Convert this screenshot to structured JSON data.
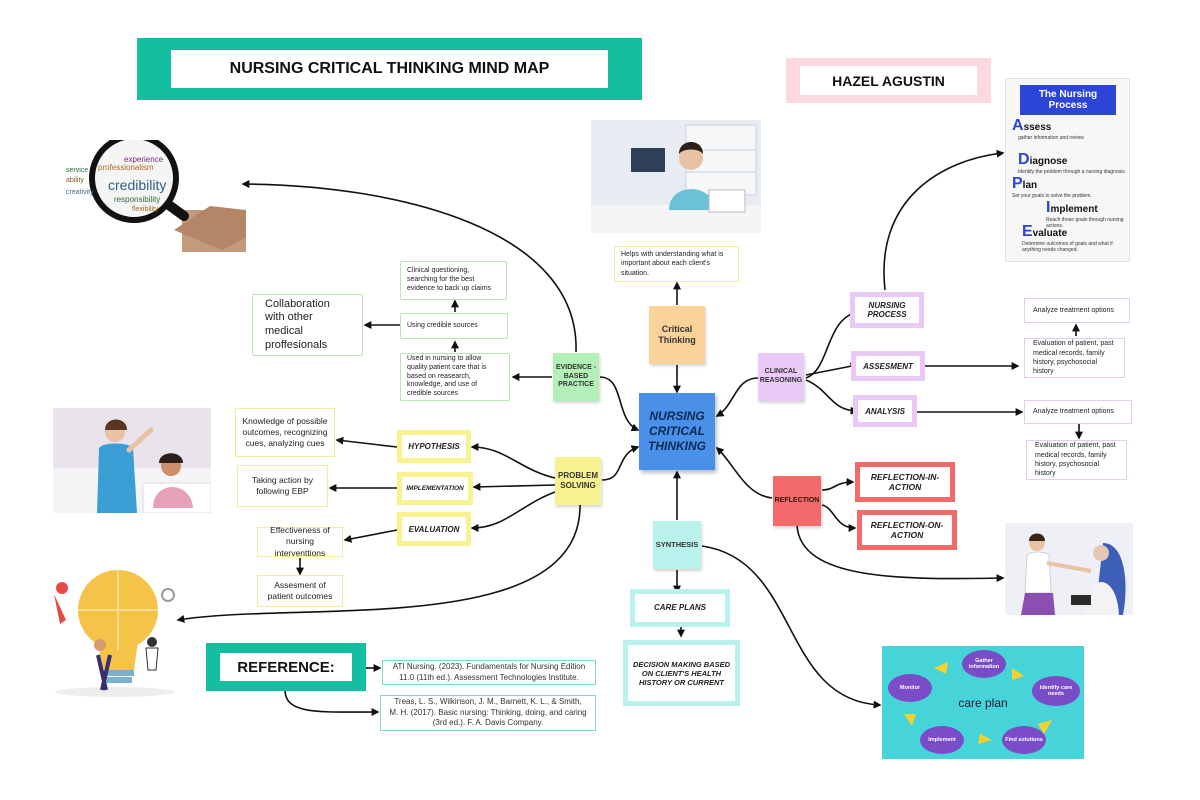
{
  "title": "NURSING CRITICAL THINKING MIND MAP",
  "author": "HAZEL AGUSTIN",
  "center_node": "NURSING CRITICAL THINKING",
  "critical_thinking": {
    "label": "Critical Thinking",
    "description": "Helps with understanding what is important about each client's situation."
  },
  "evidence_based": {
    "label": "EVIDENCE -BASED PRACTICE",
    "items": [
      "Clinical questioning, searching for the best evidence to back up claims",
      "Using credible sources",
      "Used in nursing to allow quality patient care that is based on reasearch, knowledge, and use of credible sources"
    ],
    "collaboration": "Collaboration with other medical proffesionals"
  },
  "problem_solving": {
    "label": "PROBLEM SOLVING",
    "hypothesis": {
      "label": "HYPOTHESIS",
      "detail": "Knowledge of possible outcomes, recognizing cues, analyzing cues"
    },
    "implementation": {
      "label": "IMPLEMENTATION",
      "detail": "Taking action by following EBP"
    },
    "evaluation": {
      "label": "EVALUATION",
      "detail": "Effectiveness of nursing interventtions",
      "sub": "Assesment of patient outcomes"
    }
  },
  "clinical_reasoning": {
    "label": "CLINICAL REASONING",
    "nursing_process": "NURSING PROCESS",
    "assesment": {
      "label": "ASSESMENT",
      "detail": "Evaluation of patient, past medical records, family history, psychosocial history",
      "top": "Analyze treatment options"
    },
    "analysis": {
      "label": "ANALYSIS",
      "detail": "Analyze treatment options",
      "sub": "Evaluation of patient, past medical records, family history, psychosocial history"
    }
  },
  "reflection": {
    "label": "REFLECTION",
    "in_action": "REFLECTION-IN-ACTION",
    "on_action": "REFLECTION-ON-ACTION"
  },
  "synthesis": {
    "label": "SYNTHESIS",
    "care_plans": "CARE PLANS",
    "decision": "DECISION MAKING BASED ON CLIENT'S HEALTH HISTORY OR CURRENT"
  },
  "reference": {
    "label": "REFERENCE:",
    "items": [
      "ATI Nursing. (2023). Fundamentals for Nursing Edition 11.0 (11th ed.). Assessment Technologies Institute.",
      "Treas, L. S., Wilkinson, J. M., Barnett, K. L., & Smith, M. H. (2017). Basic nursing: Thinking, doing, and caring (3rd ed.). F. A. Davis Company."
    ]
  },
  "nursing_process_poster": {
    "title": "The Nursing Process",
    "steps": [
      {
        "letter": "A",
        "word": "ssess",
        "desc": "gather information and review"
      },
      {
        "letter": "D",
        "word": "iagnose",
        "desc": "Identify the problem through a nursing diagnosis."
      },
      {
        "letter": "P",
        "word": "lan",
        "desc": "Set your goals to solve the problem."
      },
      {
        "letter": "I",
        "word": "mplement",
        "desc": "Reach those goals through nursing actions."
      },
      {
        "letter": "E",
        "word": "valuate",
        "desc": "Determine outcomes of goals and what if anything needs changed."
      }
    ]
  },
  "care_plan_cycle": {
    "center": "care plan",
    "steps": [
      "Gather information",
      "Identify care needs",
      "Find solutions",
      "Implement",
      "Monitor"
    ]
  },
  "credibility_words": [
    "credibility",
    "responsibility",
    "professionalism",
    "experience",
    "flexibility",
    "service",
    "ability",
    "creativity"
  ],
  "colors": {
    "teal": "#14bfa0",
    "center_blue": "#4a90e8",
    "green": "#b3f0b8",
    "yellow": "#f9f291",
    "purple": "#e9c9f5",
    "red": "#f26a6a",
    "cyan": "#b9f1ec",
    "orange_sticky": "#fbd39a",
    "pink": "#fbd9dc"
  }
}
